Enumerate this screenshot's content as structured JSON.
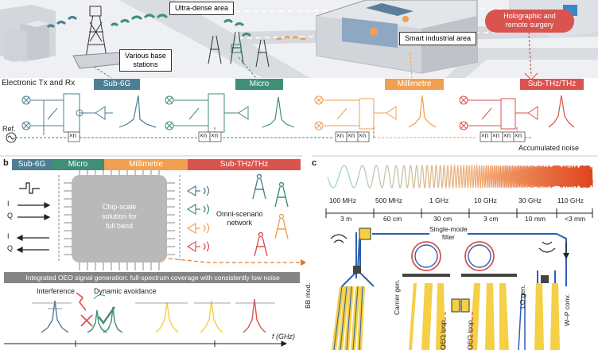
{
  "colors": {
    "sub6g": "#4d7f94",
    "micro": "#3f8f78",
    "millimetre": "#f0a050",
    "subthz": "#d9534f",
    "gold": "#f5cf45",
    "wire": "#2e5fb0"
  },
  "panel_a": {
    "scene": {
      "ultra_dense": "Ultra-dense\narea",
      "base_stations": "Various base\nstations",
      "smart_industrial": "Smart industrial area",
      "holographic": "Holographic and\nremote surgery"
    },
    "electronic_label": "Electronic Tx and Rx",
    "bands": [
      "Sub-6G",
      "Micro",
      "Millimetre",
      "Sub-THz/THz"
    ],
    "ref_label": "Ref.",
    "multiplier": "×n",
    "accumulated_noise": "Accumulated noise"
  },
  "panel_b": {
    "letter": "b",
    "bands": [
      "Sub-6G",
      "Micro",
      "Millimetre",
      "Sub-THz/THz"
    ],
    "io_labels": [
      "I",
      "Q",
      "I",
      "Q"
    ],
    "chip_text": "Chip-scale\nsolution for\nfull band",
    "omni_text": "Omni-scenario\nnetwork",
    "banner": "Integrated OEO signal generation: full-spectrum coverage with consistently low noise",
    "interference": "Interference",
    "dynamic_avoidance": "Dynamic avoidance",
    "freq_axis": "f (GHz)"
  },
  "panel_c": {
    "letter": "c",
    "freq_ticks": [
      "100 MHz",
      "500 MHz",
      "1 GHz",
      "10 GHz",
      "30 GHz",
      "110 GHz"
    ],
    "wavelength_ticks": [
      "3 m",
      "60 cm",
      "30 cm",
      "3 cm",
      "10 mm",
      "<3 mm"
    ],
    "filter_label": "Single-mode\nfilter",
    "vertical_labels": [
      "BB mod.",
      "Carrier gen.",
      "OEO loop",
      "OEO loop",
      "LO gen.",
      "W–P conv."
    ]
  }
}
